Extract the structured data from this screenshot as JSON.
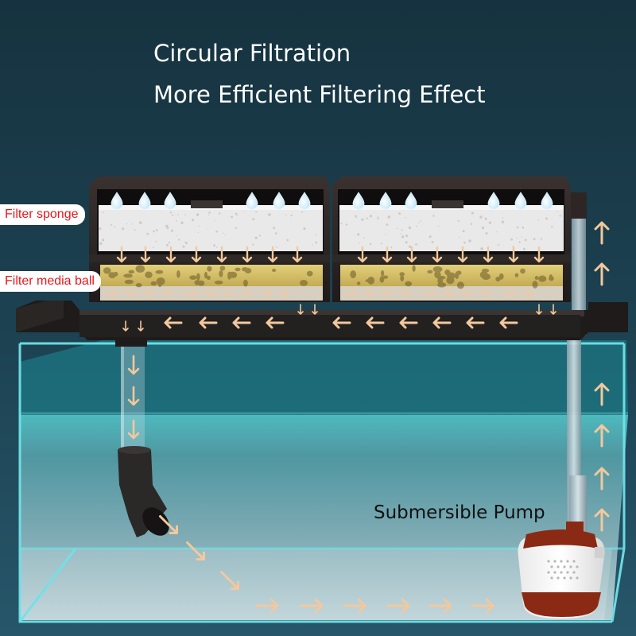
{
  "headline": {
    "line1": "Circular Filtration",
    "line2": "More Efficient Filtering Effect"
  },
  "labels": {
    "filter_sponge": "Filter sponge",
    "filter_media_ball": "Filter media ball",
    "submersible_pump": "Submersible Pump"
  },
  "colors": {
    "background": "#1a3a4c",
    "water": "#5fc2c4",
    "tank_edge": "#6fe3e8",
    "filter_box": "#2a2523",
    "sponge": "#e8e8e8",
    "media": "#d9c36a",
    "flow_arrow": "#f3c89c",
    "callout_text": "#e8161b",
    "pump_accent": "#8a2a14"
  },
  "icons": [
    "water-drop-icon",
    "arrow-down-icon",
    "arrow-up-icon",
    "arrow-left-icon",
    "arrow-right-icon"
  ]
}
